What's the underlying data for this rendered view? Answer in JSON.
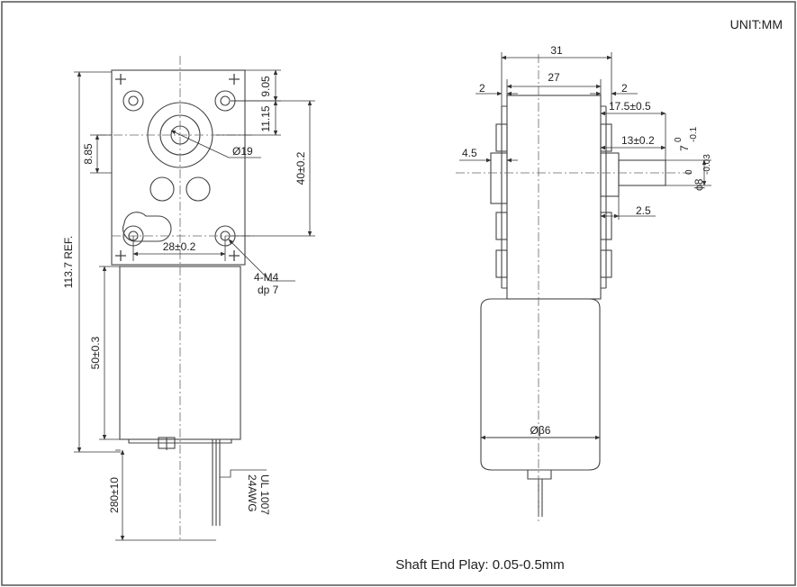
{
  "unit": "UNIT:MM",
  "footer": "Shaft End Play: 0.05-0.5mm",
  "front": {
    "overall_length": "113.7 REF.",
    "top_hole_offset": "9.05",
    "hole_to_shaft": "11.15",
    "shaft_offset": "8.85",
    "boss_dia": "Ø19",
    "hole_spacing_v": "40±0.2",
    "hole_spacing_h": "28±0.2",
    "hole_spec_1": "4-M4",
    "hole_spec_2": "dp 7",
    "motor_length": "50±0.3",
    "lead_length": "280±10",
    "wire_spec_1": "UL 1007",
    "wire_spec_2": "24AWG"
  },
  "side": {
    "width_overall": "31",
    "width_inner": "27",
    "side_left": "2",
    "side_right": "2",
    "shaft_proj": "17.5±0.5",
    "shaft_tol_upper": "0",
    "shaft_tol_lower": "-0.1",
    "shaft_len": "7",
    "boss_len": "13±0.2",
    "back_boss": "4.5",
    "shaft_dia": "ϕ8",
    "dia_tol_upper": "0",
    "dia_tol_lower": "-0.03",
    "flange_step": "2.5",
    "motor_dia": "Øβ6"
  }
}
